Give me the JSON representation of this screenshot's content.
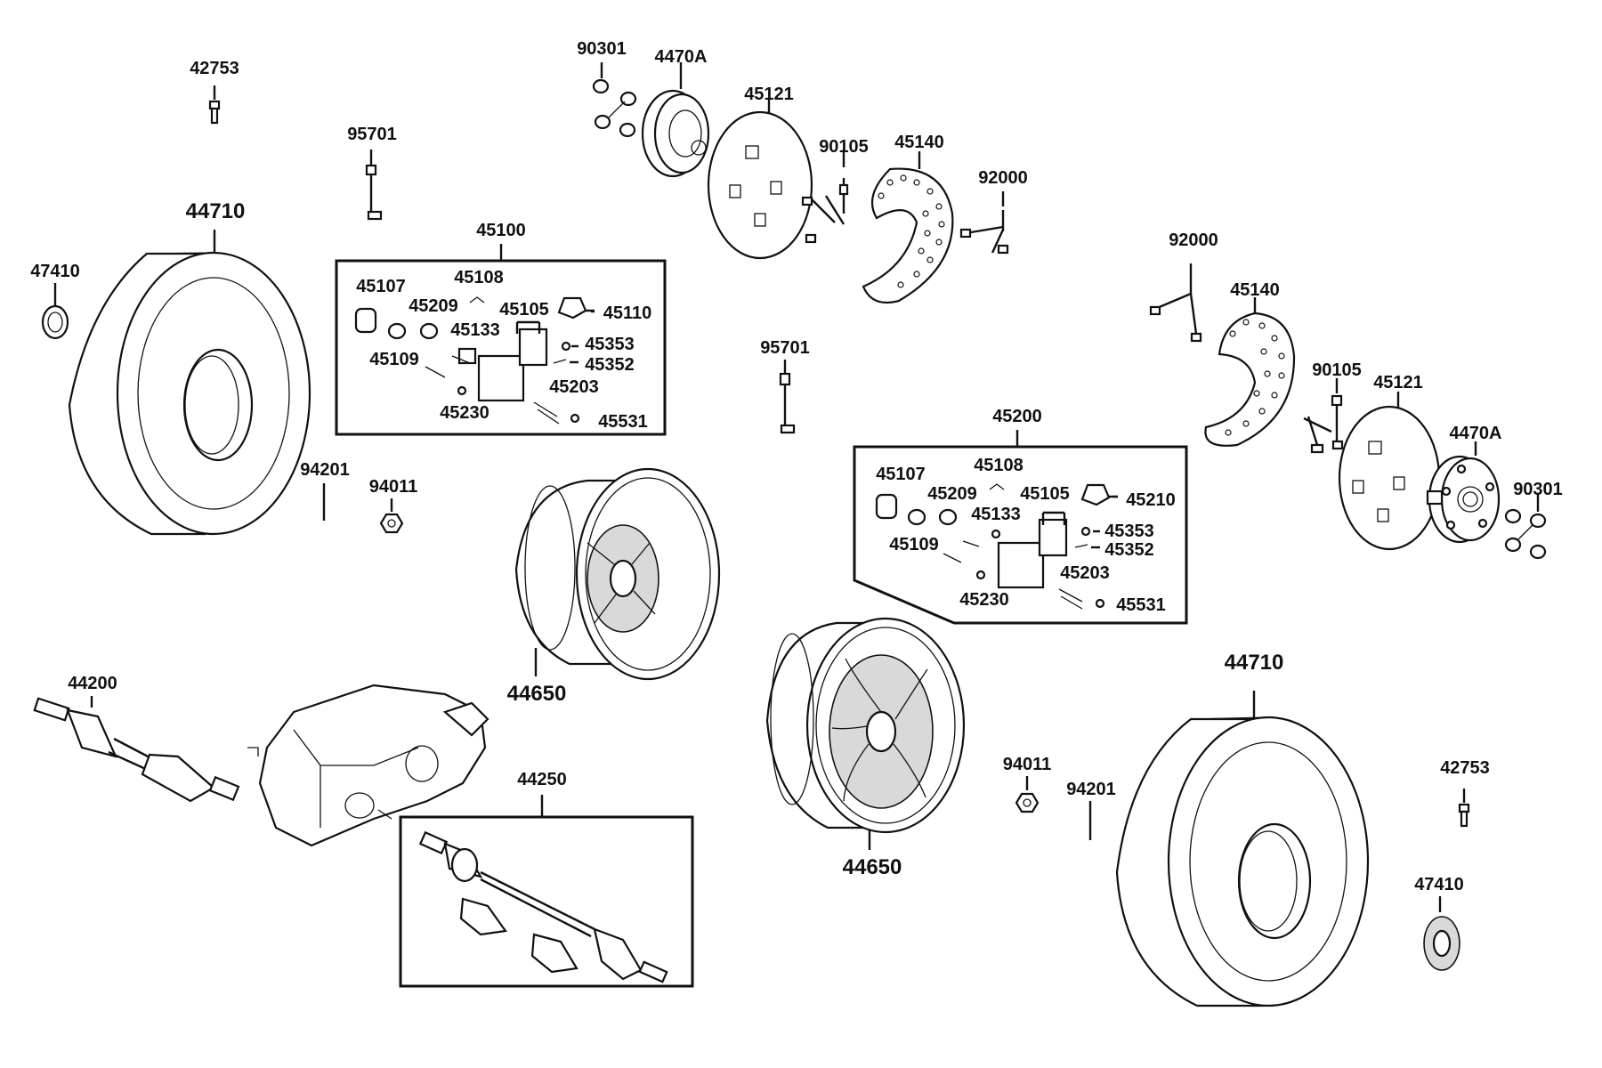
{
  "diagram": {
    "colors": {
      "line": "#111111",
      "background": "#ffffff",
      "shade": "#d9d9d9"
    },
    "labels": {
      "l_42753_a": "42753",
      "l_95701_a": "95701",
      "l_44710_a": "44710",
      "l_47410_a": "47410",
      "l_45100": "45100",
      "l_45107_a": "45107",
      "l_45108_a": "45108",
      "l_45209_a": "45209",
      "l_45105_a": "45105",
      "l_45110": "45110",
      "l_45133_a": "45133",
      "l_45353_a": "45353",
      "l_45109_a": "45109",
      "l_45352_a": "45352",
      "l_45203_a": "45203",
      "l_45230_a": "45230",
      "l_45531_a": "45531",
      "l_94201_a": "94201",
      "l_94011_a": "94011",
      "l_90301_a": "90301",
      "l_4470A_a": "4470A",
      "l_45121_a": "45121",
      "l_90105_a": "90105",
      "l_45140_a": "45140",
      "l_92000_a": "92000",
      "l_95701_b": "95701",
      "l_92000_b": "92000",
      "l_45140_b": "45140",
      "l_90105_b": "90105",
      "l_45121_b": "45121",
      "l_4470A_b": "4470A",
      "l_90301_b": "90301",
      "l_45200": "45200",
      "l_45107_b": "45107",
      "l_45108_b": "45108",
      "l_45209_b": "45209",
      "l_45105_b": "45105",
      "l_45210": "45210",
      "l_45133_b": "45133",
      "l_45353_b": "45353",
      "l_45109_b": "45109",
      "l_45352_b": "45352",
      "l_45203_b": "45203",
      "l_45230_b": "45230",
      "l_45531_b": "45531",
      "l_44650_a": "44650",
      "l_44650_b": "44650",
      "l_44200": "44200",
      "l_44250": "44250",
      "l_94011_b": "94011",
      "l_94201_b": "94201",
      "l_44710_b": "44710",
      "l_42753_b": "42753",
      "l_47410_b": "47410"
    }
  }
}
